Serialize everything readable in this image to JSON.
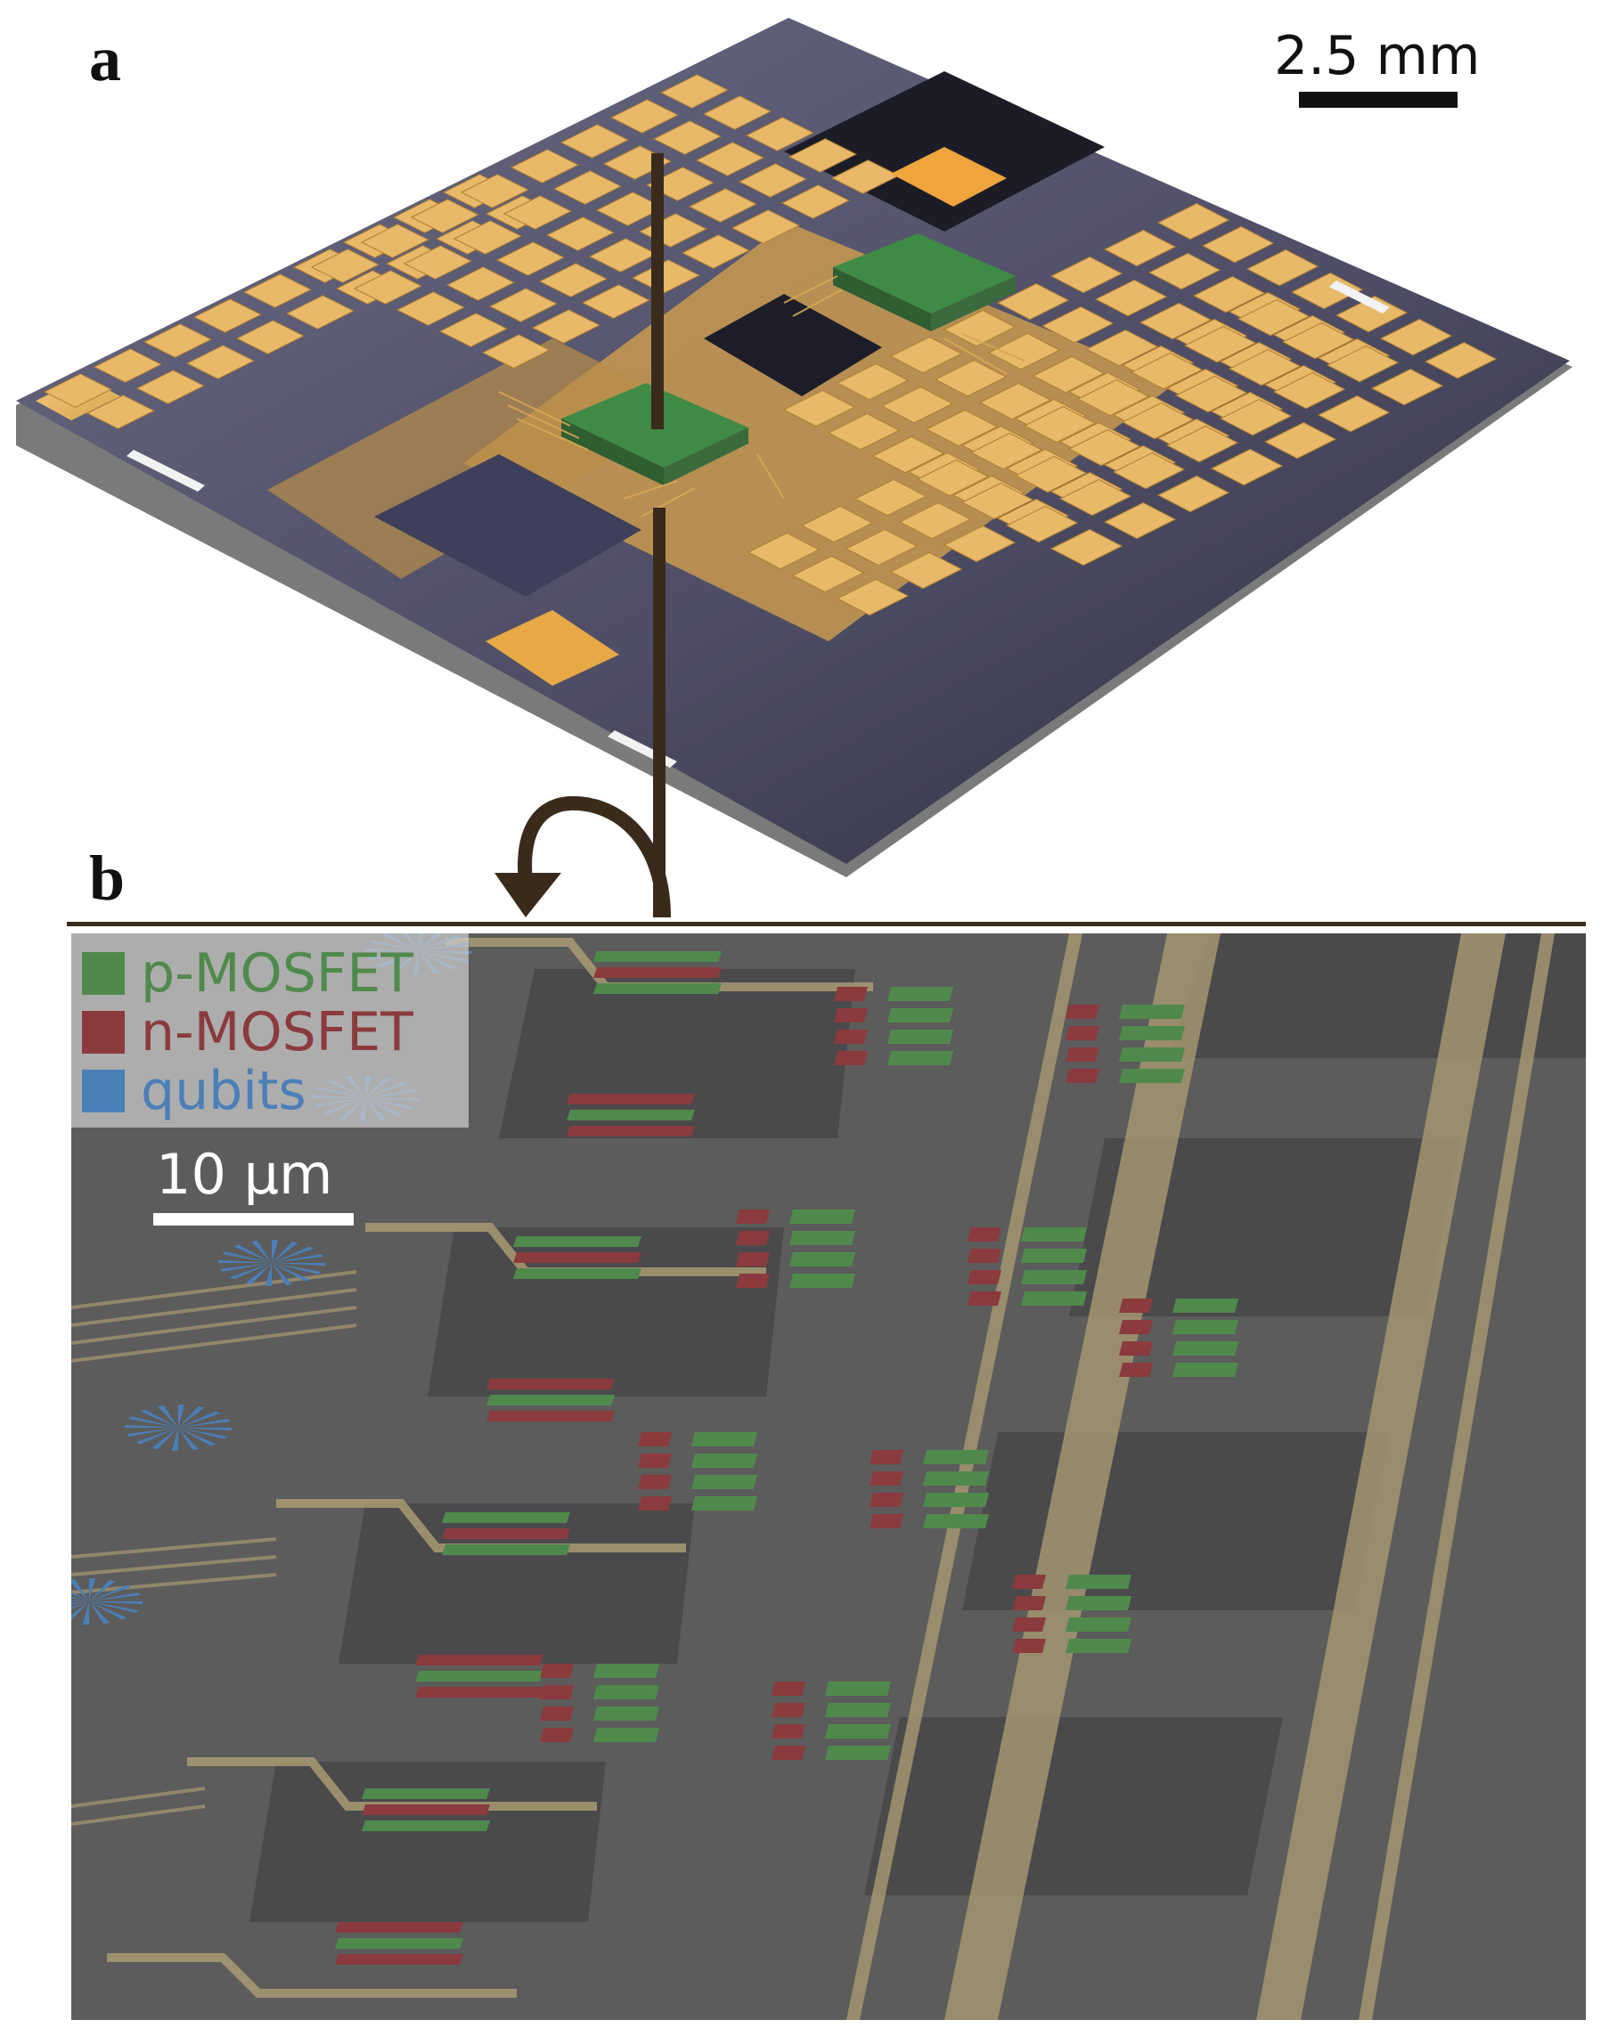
{
  "panels": {
    "a": {
      "label": "a",
      "scale_label": "2.5 mm"
    },
    "b": {
      "label": "b",
      "scale_label": "10 µm"
    }
  },
  "legend": {
    "items": [
      {
        "label": "p-MOSFET",
        "color": "#4f8a4c"
      },
      {
        "label": "n-MOSFET",
        "color": "#8b3a3e"
      },
      {
        "label": "qubits",
        "color": "#4a7fb8"
      }
    ]
  },
  "colors": {
    "gold": "#e7b968",
    "substrate": "#4a4a63",
    "green_die": "#3f8a45",
    "arrow": "#3a2a1c",
    "sem_background": "#5e5e5e",
    "sem_metal": "#a99a72"
  }
}
